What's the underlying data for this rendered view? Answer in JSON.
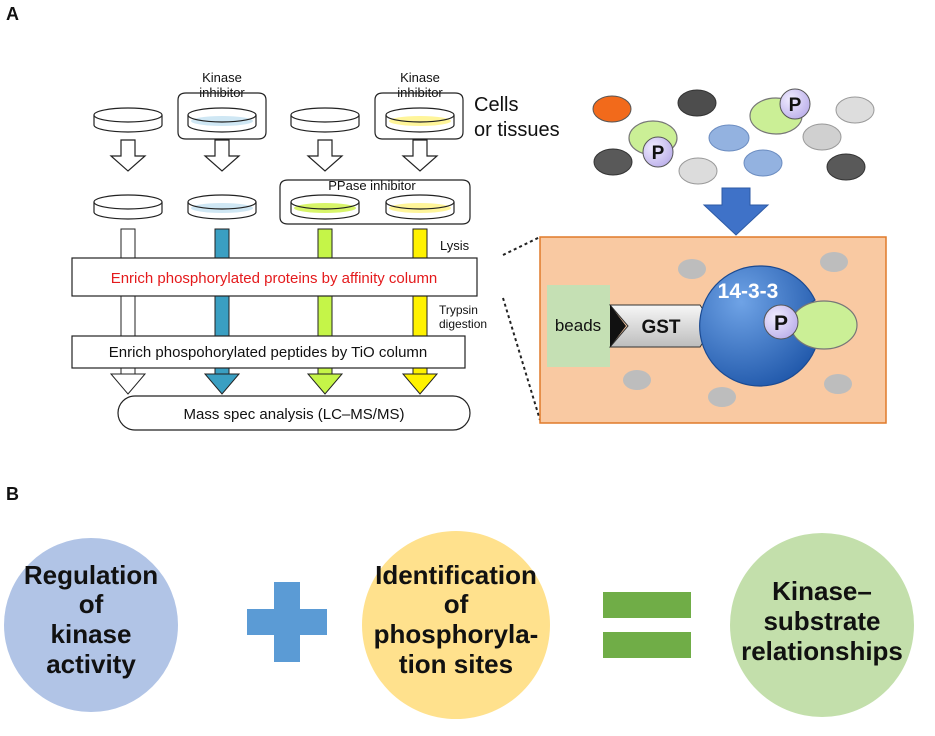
{
  "panel_a": {
    "label": "A",
    "kinase_inhibitor_1": [
      "Kinase",
      "inhibitor"
    ],
    "kinase_inhibitor_2": [
      "Kinase",
      "inhibitor"
    ],
    "cells_or_tissues": [
      "Cells",
      "or tissues"
    ],
    "ppase_inhibitor": "PPase inhibitor",
    "lysis": "Lysis",
    "enrich_proteins": "Enrich phosphorylated proteins by affinity column",
    "trypsin_digestion": [
      "Trypsin",
      "digestion"
    ],
    "enrich_peptides": "Enrich phospohorylated peptides by TiO column",
    "mass_spec": "Mass spec analysis (LC–MS/MS)",
    "phospho_label": "P",
    "beads": "beads",
    "gst": "GST",
    "protein_14_3_3": "14-3-3"
  },
  "panel_b": {
    "label": "B",
    "circle_1": [
      "Regulation",
      "of",
      "kinase",
      "activity"
    ],
    "circle_2": [
      "Identification",
      "of",
      "phosphoryla-",
      "tion sites"
    ],
    "circle_3": [
      "Kinase–",
      "substrate",
      "relationships"
    ]
  },
  "colors": {
    "red_text": "#e41a1c",
    "blue_arrow": "#3a9fc2",
    "lime_arrow": "#c5f548",
    "yellow_arrow": "#fff200",
    "orange_box": "#f9c9a2",
    "protein_blue": "#2f6fc4",
    "circle_blue": "#b1c4e6",
    "circle_yellow": "#ffe18d",
    "circle_green": "#c3dfab",
    "plus_blue": "#5b9bd5",
    "equals_green": "#70ad47"
  }
}
